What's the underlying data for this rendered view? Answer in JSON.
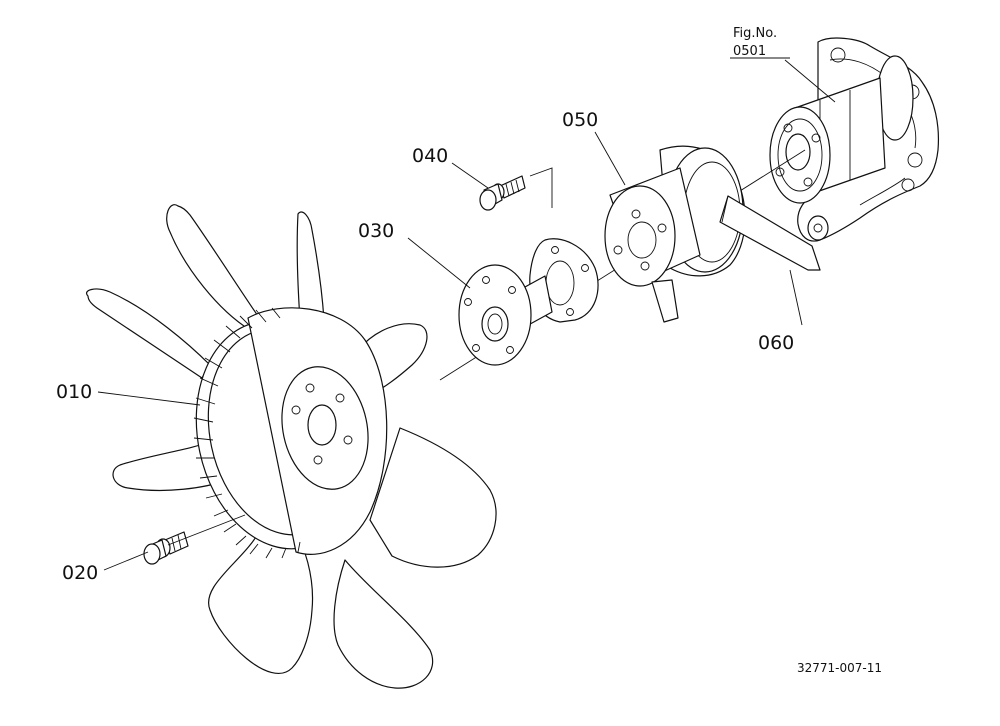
{
  "figure": {
    "ref_label_line1": "Fig.No.",
    "ref_label_line2": "0501",
    "drawing_code": "32771-007-11"
  },
  "callouts": {
    "fan": "010",
    "fan_bolt": "020",
    "spacer_flange": "030",
    "pulley_bolt": "040",
    "pulley": "050",
    "belt": "060"
  }
}
